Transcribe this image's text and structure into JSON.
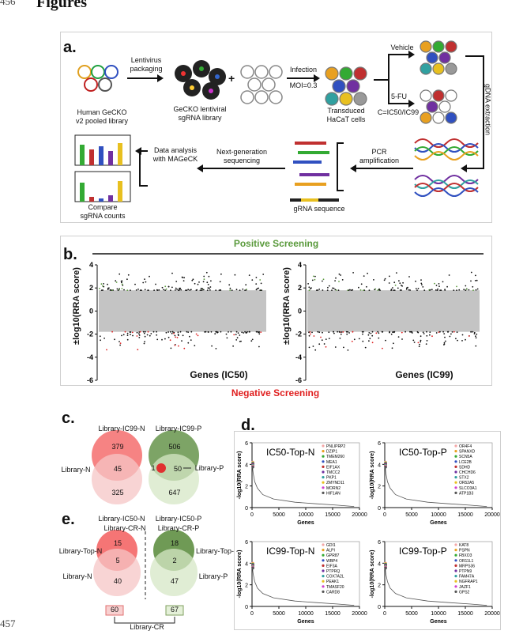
{
  "page": {
    "line_top": "456",
    "line_bottom": "457",
    "heading": "Figures"
  },
  "panel_a": {
    "label": "a.",
    "library_caption": [
      "Human GeCKO",
      "v2 pooled library"
    ],
    "packaging": [
      "Lentivirus",
      "packaging"
    ],
    "lenti_caption": [
      "GeCKO lentiviral",
      "sgRNA library"
    ],
    "plus": "+",
    "infection": "Infection",
    "moi": "MOI=0.3",
    "transduced": [
      "Transduced",
      "HaCaT cells"
    ],
    "vehicle": "Vehicle",
    "fu": "5-FU",
    "conc": "C=IC50/IC99",
    "gdna": "gDNA extraction",
    "pcr": [
      "PCR",
      "amplification"
    ],
    "ngs": [
      "Next-generation",
      "sequencing"
    ],
    "grna": "gRNA sequence",
    "analysis": [
      "Data analysis",
      "with MAGeCK"
    ],
    "compare": [
      "Compare",
      "sgRNA counts"
    ]
  },
  "panel_b": {
    "label": "b.",
    "positive": "Positive Screening",
    "negative": "Negative Screening",
    "ylabel": "±log10(RRA score)",
    "left_xlabel": "Genes (IC50)",
    "right_xlabel": "Genes (IC99)",
    "y_ticks": [
      "4",
      "2",
      "0",
      "-2",
      "-4",
      "-6"
    ],
    "colors": {
      "positive": "#5a9a3c",
      "negative": "#e02020"
    }
  },
  "panel_c": {
    "label": "c.",
    "n_top": "Library-IC99-N",
    "n_bottom": "Library-IC50-N",
    "n_left": "Library-N",
    "n_upper": "379",
    "n_mid": "45",
    "n_lower": "325",
    "p_top": "Library-IC99-P",
    "p_bottom": "Library-IC50-P",
    "p_right": "Library-P",
    "p_upper": "506",
    "p_mid": "50",
    "p_lower": "647",
    "p_dot": "1"
  },
  "panel_e": {
    "label": "e.",
    "n_top": "Library-CR-N",
    "n_left_top": "Library-Top-N",
    "n_left_bottom": "Library-N",
    "n_upper": "15",
    "n_mid": "5",
    "n_lower": "40",
    "p_top": "Library-CR-P",
    "p_right_top": "Library-Top-P",
    "p_right_bottom": "Library-P",
    "p_upper": "18",
    "p_mid": "2",
    "p_lower": "47",
    "box_n": "60",
    "box_p": "67",
    "bottom": "Library-CR"
  },
  "panel_d": {
    "label": "d.",
    "xlabel": "Genes",
    "ylabel": "-log10(RRA score)",
    "charts": [
      {
        "title": "IC50-Top-N",
        "genes": [
          "PNLIPRP2",
          "DZIP1",
          "TMEM260",
          "MEA1",
          "EIF1AX",
          "TMCC2",
          "PKP1",
          "ZMYND11",
          "MORN2",
          "HIF1AN"
        ]
      },
      {
        "title": "IC50-Top-P",
        "genes": [
          "OR4F4",
          "SPANXD",
          "SCN5A",
          "LCE2B",
          "SDHD",
          "CHCHD6",
          "STX2",
          "OR52A5",
          "SLCO3A1",
          "ATP1B3"
        ]
      },
      {
        "title": "IC99-Top-N",
        "genes": [
          "GDI1",
          "ALPI",
          "GPR87",
          "WBP4",
          "EIF3A",
          "PTPRQ",
          "COX7A2L",
          "PEAK1",
          "TMASF20",
          "CARD8"
        ]
      },
      {
        "title": "IC99-Top-P",
        "genes": [
          "KAT8",
          "PSPN",
          "FBXO3",
          "OR11L1",
          "MRPS36",
          "PTPN9",
          "FAM47A",
          "NGFRAP1",
          "JAZF1",
          "GPS2"
        ]
      }
    ]
  },
  "chart_data": [
    {
      "type": "scatter",
      "title": "IC50-Top-N",
      "xlabel": "Genes",
      "ylabel": "-log10(RRA score)",
      "xlim": [
        0,
        20000
      ],
      "ylim": [
        0,
        6
      ],
      "x_ticks": [
        0,
        5000,
        10000,
        15000,
        20000
      ],
      "y_ticks": [
        0,
        2,
        4,
        6
      ],
      "curve": [
        [
          0,
          4.2
        ],
        [
          200,
          3.2
        ],
        [
          500,
          2.4
        ],
        [
          1000,
          1.8
        ],
        [
          2000,
          1.2
        ],
        [
          4000,
          0.8
        ],
        [
          8000,
          0.5
        ],
        [
          12000,
          0.35
        ],
        [
          16000,
          0.22
        ],
        [
          19000,
          0.1
        ]
      ]
    },
    {
      "type": "scatter",
      "title": "IC50-Top-P",
      "xlabel": "Genes",
      "ylabel": "-log10(RRA score)",
      "xlim": [
        0,
        20000
      ],
      "ylim": [
        0,
        6
      ],
      "x_ticks": [
        0,
        5000,
        10000,
        15000,
        20000
      ],
      "y_ticks": [
        0,
        2,
        4,
        6
      ],
      "curve": [
        [
          0,
          4.2
        ],
        [
          200,
          3.2
        ],
        [
          500,
          2.4
        ],
        [
          1000,
          1.8
        ],
        [
          2000,
          1.2
        ],
        [
          4000,
          0.8
        ],
        [
          8000,
          0.5
        ],
        [
          12000,
          0.35
        ],
        [
          16000,
          0.22
        ],
        [
          19000,
          0.1
        ]
      ]
    },
    {
      "type": "scatter",
      "title": "IC99-Top-N",
      "xlabel": "Genes",
      "ylabel": "-log10(RRA score)",
      "xlim": [
        0,
        20000
      ],
      "ylim": [
        0,
        6
      ],
      "x_ticks": [
        0,
        5000,
        10000,
        15000,
        20000
      ],
      "y_ticks": [
        0,
        2,
        4,
        6
      ],
      "curve": [
        [
          0,
          4.0
        ],
        [
          200,
          3.0
        ],
        [
          500,
          2.3
        ],
        [
          1000,
          1.7
        ],
        [
          2000,
          1.2
        ],
        [
          4000,
          0.8
        ],
        [
          8000,
          0.5
        ],
        [
          12000,
          0.35
        ],
        [
          16000,
          0.22
        ],
        [
          19000,
          0.1
        ]
      ]
    },
    {
      "type": "scatter",
      "title": "IC99-Top-P",
      "xlabel": "Genes",
      "ylabel": "-log10(RRA score)",
      "xlim": [
        0,
        20000
      ],
      "ylim": [
        0,
        6
      ],
      "x_ticks": [
        0,
        5000,
        10000,
        15000,
        20000
      ],
      "y_ticks": [
        0,
        2,
        4,
        6
      ],
      "curve": [
        [
          0,
          4.0
        ],
        [
          200,
          3.0
        ],
        [
          500,
          2.3
        ],
        [
          1000,
          1.7
        ],
        [
          2000,
          1.2
        ],
        [
          4000,
          0.8
        ],
        [
          8000,
          0.5
        ],
        [
          12000,
          0.35
        ],
        [
          16000,
          0.22
        ],
        [
          19000,
          0.1
        ]
      ]
    }
  ]
}
